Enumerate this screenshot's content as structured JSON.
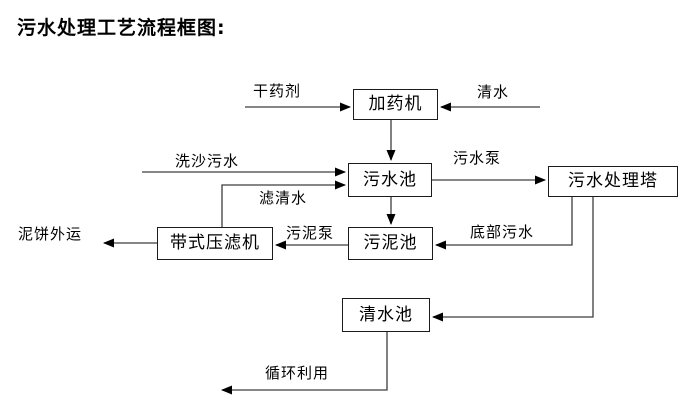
{
  "title": "污水处理工艺流程框图:",
  "boxes": {
    "dosing_machine": {
      "label": "加药机"
    },
    "sewage_pool": {
      "label": "污水池"
    },
    "treatment_tower": {
      "label": "污水处理塔"
    },
    "sludge_pool": {
      "label": "污泥池"
    },
    "belt_filter_press": {
      "label": "带式压滤机"
    },
    "clean_water_pool": {
      "label": "清水池"
    }
  },
  "flow_labels": {
    "dry_agent": "干药剂",
    "clean_water": "清水",
    "sand_washing_sewage": "洗沙污水",
    "sewage_pump": "污水泵",
    "filtered_water": "滤清水",
    "sludge_pump": "污泥泵",
    "bottom_sewage": "底部污水",
    "mud_cake_out": "泥饼外运",
    "recycle_use": "循环利用"
  },
  "colors": {
    "line": "#3d3d3d",
    "arrowhead": "#000000",
    "text": "#000000",
    "background": "#ffffff"
  }
}
